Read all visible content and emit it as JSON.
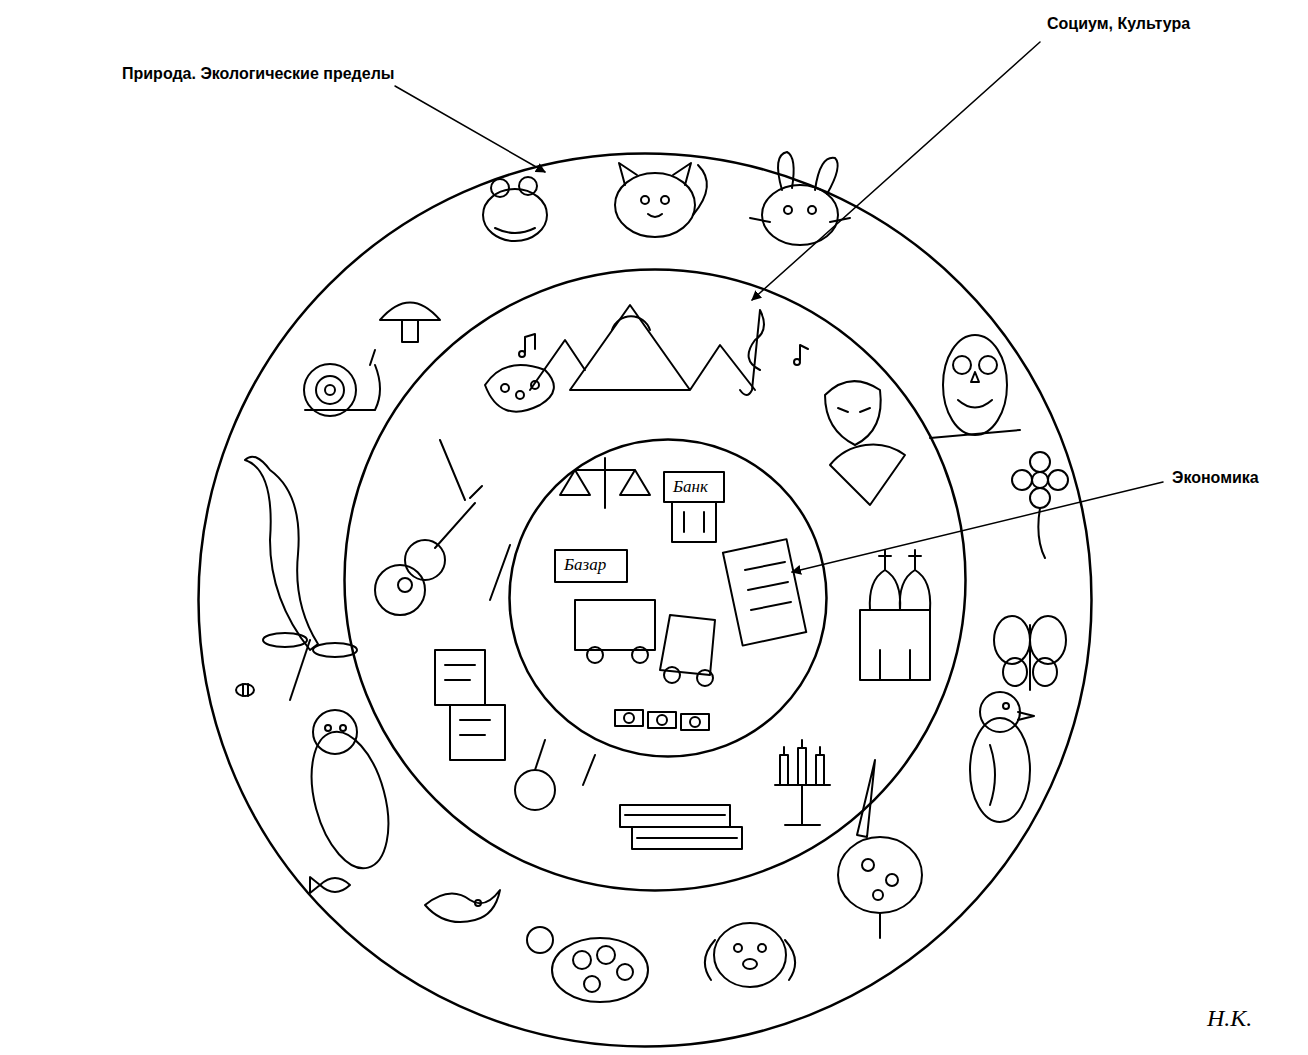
{
  "diagram": {
    "nodes": [
      {
        "text": [
          "Природа. Экологические пределы"
        ]
      },
      {
        "text": [
          "Социум, Культура"
        ],
        "in": 0
      },
      {
        "text": [
          "Экономика"
        ],
        "in": 1
      }
    ],
    "labels": [
      "Базар",
      "Банк",
      "Н.К."
    ]
  }
}
